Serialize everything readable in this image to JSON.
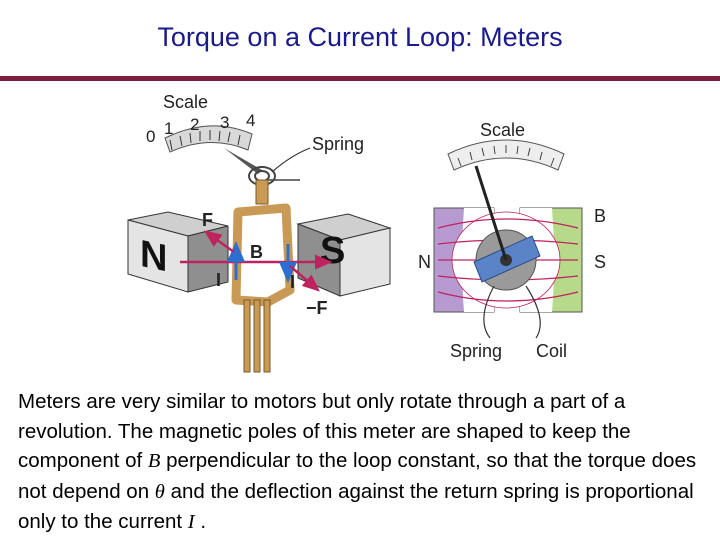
{
  "slide": {
    "title": "Torque on a Current Loop: Meters"
  },
  "figure_left": {
    "scale_label": "Scale",
    "scale_ticks": [
      "0",
      "1",
      "2",
      "3",
      "4"
    ],
    "spring_label": "Spring",
    "pole_n": "N",
    "pole_s": "S",
    "force_label": "F",
    "field_label": "B",
    "current_label_left": "I",
    "current_label_right": "I",
    "neg_force_label": "−F"
  },
  "figure_right": {
    "scale_label": "Scale",
    "field_label": "B",
    "pole_n": "N",
    "pole_s": "S",
    "spring_label": "Spring",
    "coil_label": "Coil"
  },
  "body": {
    "text_part1": "Meters are very similar to motors but only rotate through a part of a revolution. The magnetic poles of this meter are shaped to keep the component of ",
    "sym_b": "B",
    "text_part2": " perpendicular to the loop constant, so that the torque does not depend on ",
    "sym_theta": "θ",
    "text_part3": "  and the deflection against the return spring is proportional only to the current ",
    "sym_i": "I",
    "text_part4": " ."
  }
}
